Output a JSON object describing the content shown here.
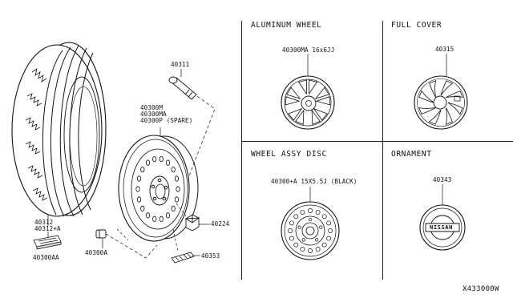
{
  "diagram_code": "X433000W",
  "panels": {
    "aluminum_wheel": {
      "title": "ALUMINUM WHEEL",
      "part": "40300MA 16x6JJ"
    },
    "full_cover": {
      "title": "FULL COVER",
      "part": "40315"
    },
    "wheel_assy_disc": {
      "title": "WHEEL ASSY DISC",
      "part": "40300+A 15X5.5J (BLACK)"
    },
    "ornament": {
      "title": "ORNAMENT",
      "part": "40343",
      "emblem_text": "NISSAN"
    }
  },
  "main": {
    "tire_labels": [
      "40312",
      "40312+A"
    ],
    "tire_tag": "40300AA",
    "valve": "40311",
    "wheel_labels": [
      "40300M",
      "40300MA",
      "40300P (SPARE)"
    ],
    "balance_weight": "40300A",
    "nut": "40224",
    "clip_weight": "40353"
  }
}
